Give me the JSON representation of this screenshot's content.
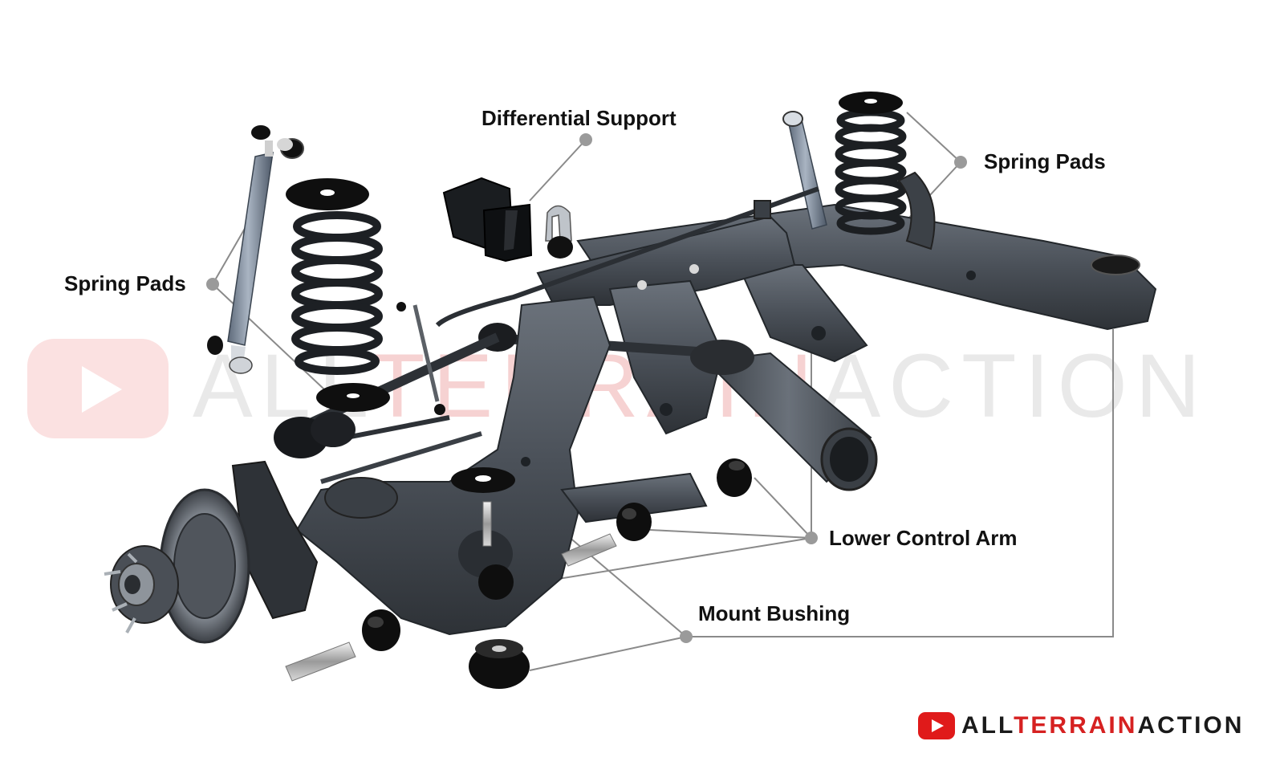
{
  "labels": {
    "differential_support": "Differential Support",
    "spring_pads_left": "Spring Pads",
    "spring_pads_right": "Spring Pads",
    "lower_control_arm": "Lower Control Arm",
    "mount_bushing": "Mount Bushing"
  },
  "watermark": {
    "part1": "ALL",
    "part2": "TERRAIN",
    "part3": "ACTION"
  },
  "logo": {
    "part1": "ALL",
    "part2": "TERRAIN",
    "part3": "ACTION",
    "icon": "play-button-icon"
  },
  "colors": {
    "part_metal": "#4a5058",
    "rubber": "#141414",
    "leader_line": "#8a8a8a",
    "brand_red": "#d62121"
  }
}
